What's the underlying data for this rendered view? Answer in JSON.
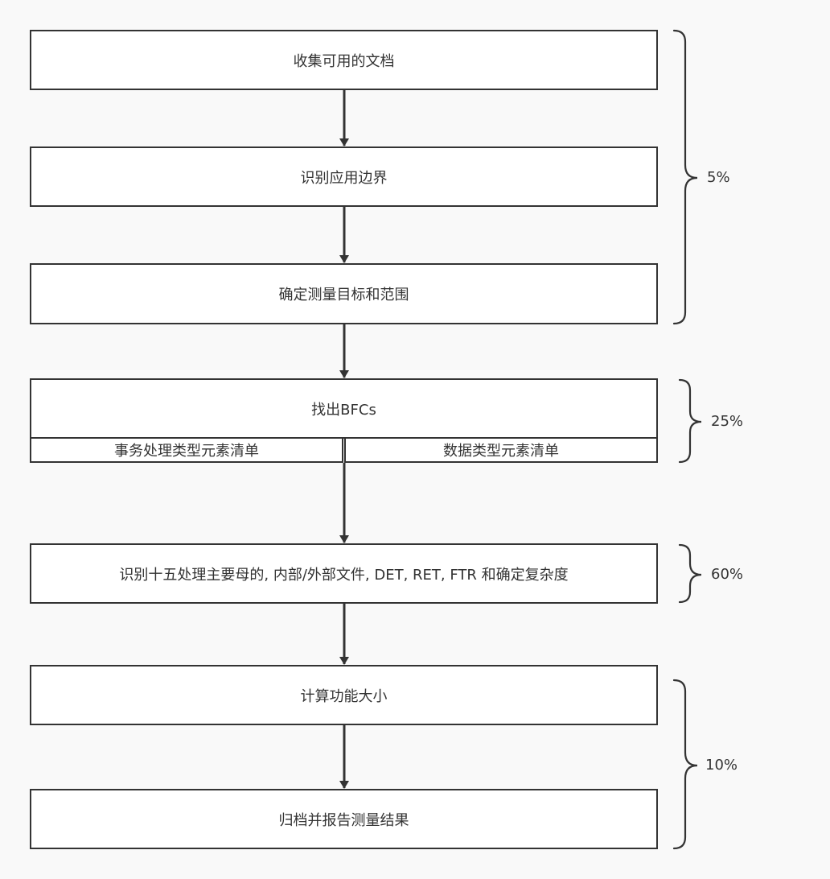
{
  "steps": [
    {
      "label": "收集可用的文档"
    },
    {
      "label": "识别应用边界"
    },
    {
      "label": "确定测量目标和范围"
    },
    {
      "label": "找出BFCs"
    },
    {
      "label": "识别十五处理主要母的, 内部/外部文件, DET, RET, FTR 和确定复杂度"
    },
    {
      "label": "计算功能大小"
    },
    {
      "label": "归档并报告测量结果"
    }
  ],
  "sub_boxes": {
    "left": "事务处理类型元素清单",
    "right": "数据类型元素清单"
  },
  "percentages": [
    "5%",
    "25%",
    "60%",
    "10%"
  ],
  "colors": {
    "stroke": "#333333",
    "background": "#f9f9f9",
    "box_fill": "#ffffff"
  }
}
